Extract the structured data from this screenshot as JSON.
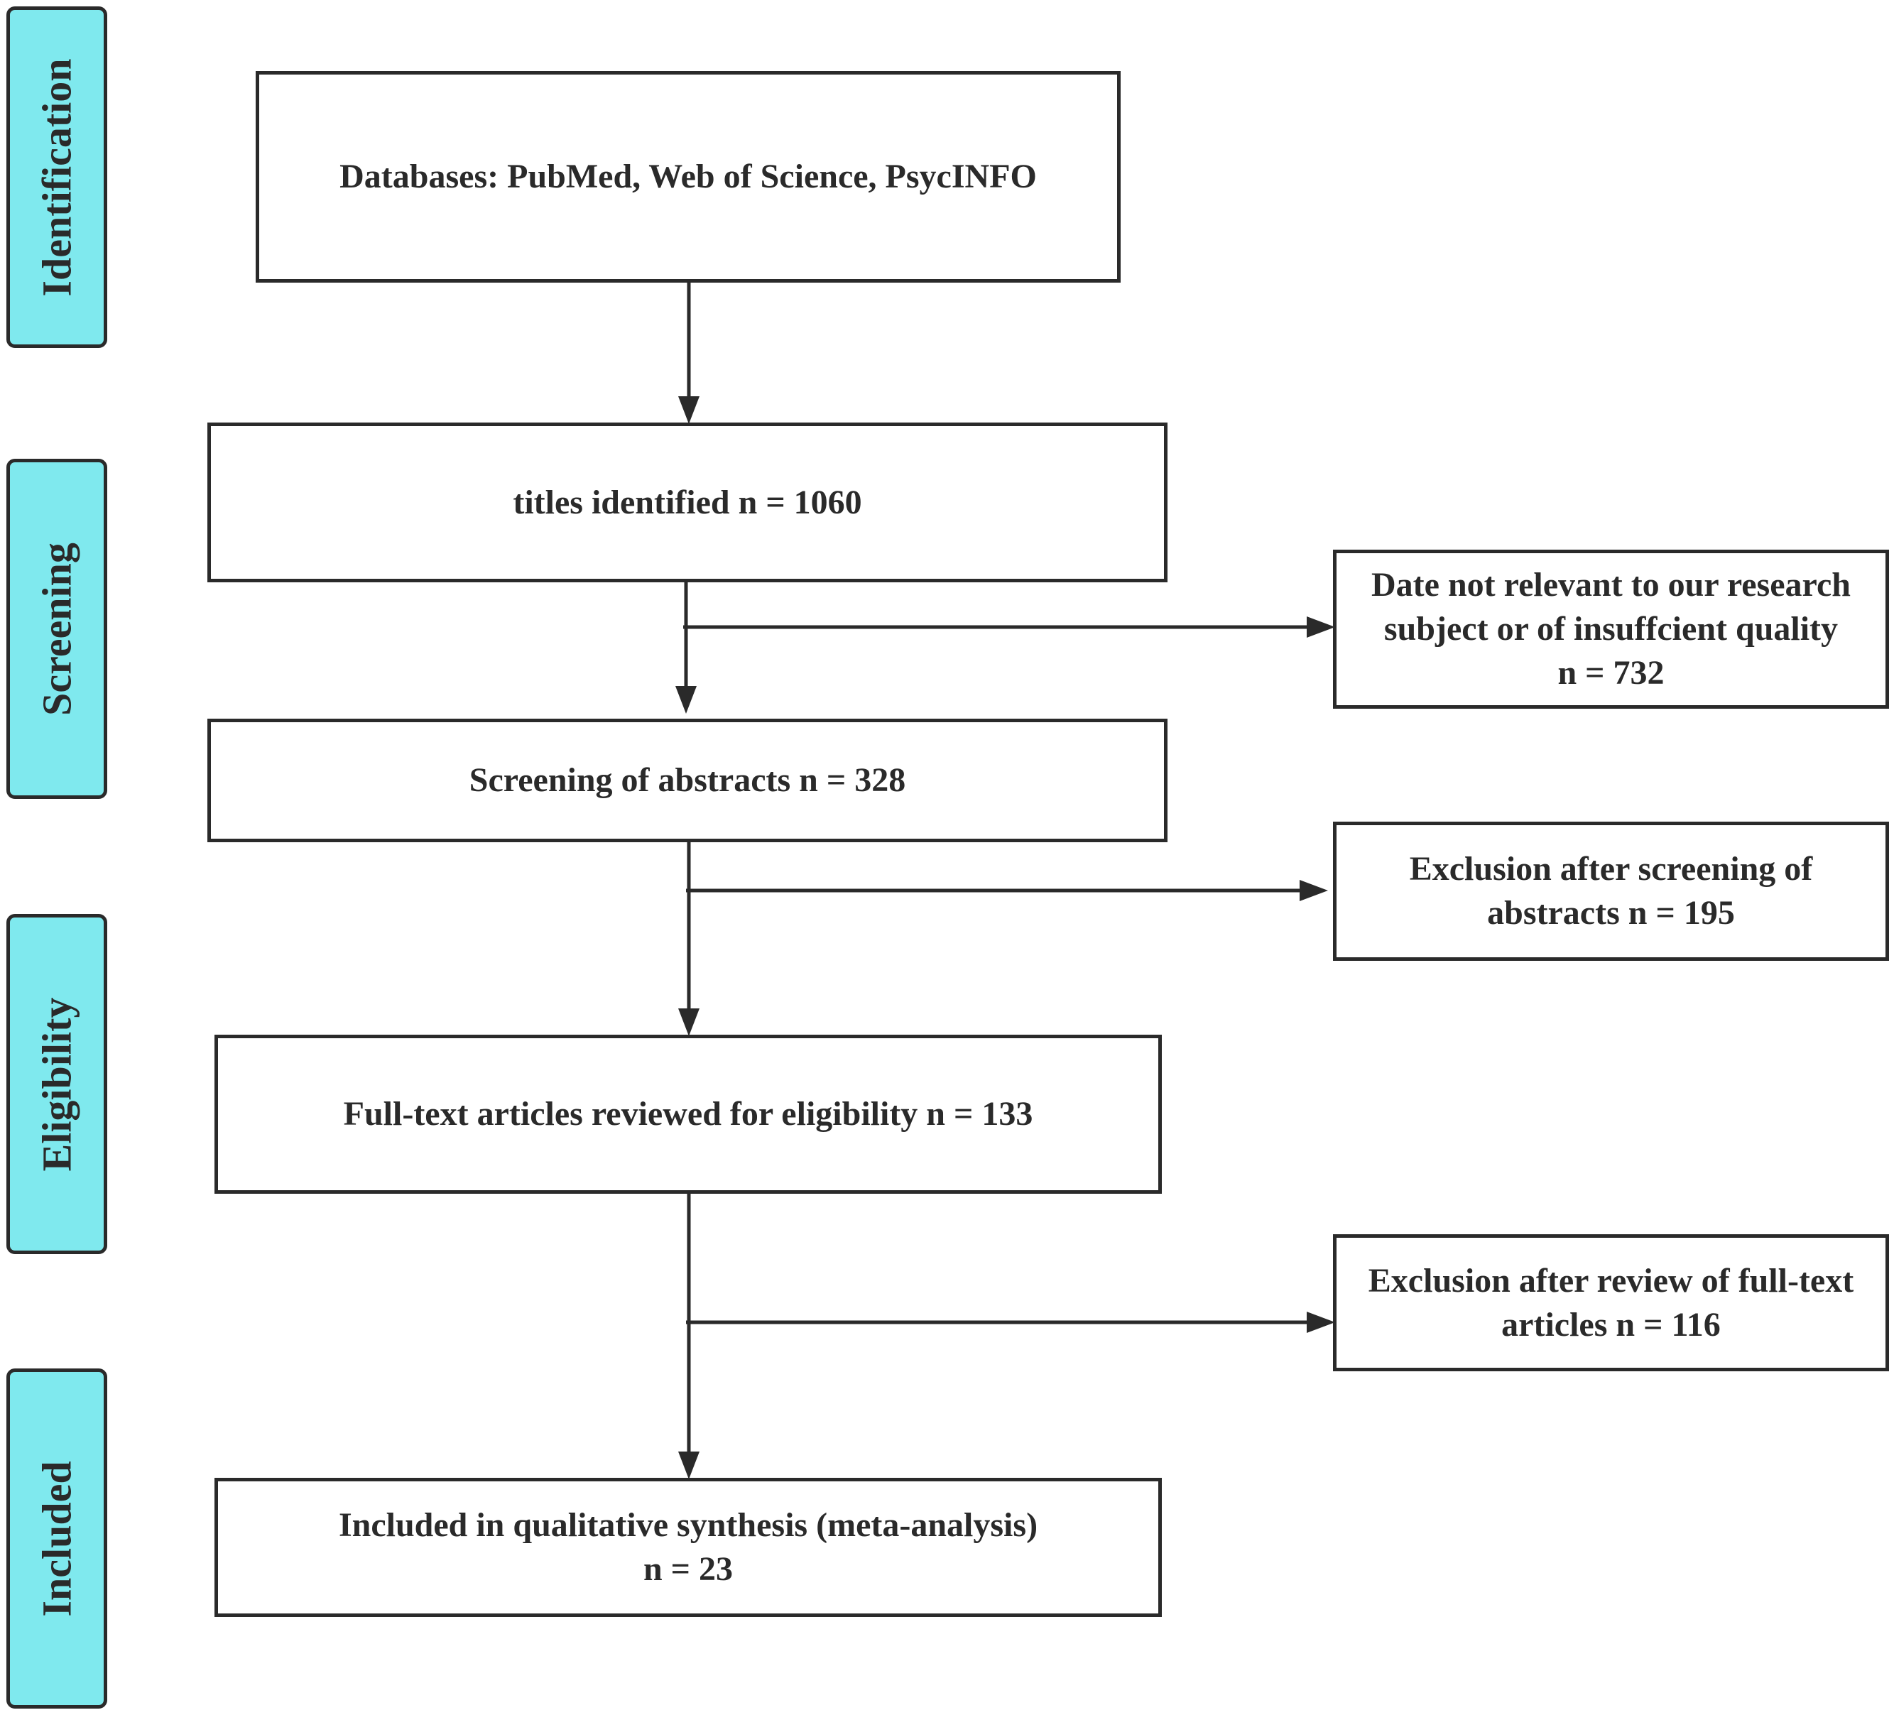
{
  "colors": {
    "stage_fill": "#7fe9ee",
    "stroke": "#2a2a2a",
    "text": "#2a2a2a"
  },
  "stages": [
    {
      "id": "identification",
      "label": "Identification"
    },
    {
      "id": "screening",
      "label": "Screening"
    },
    {
      "id": "eligibility",
      "label": "Eligibility"
    },
    {
      "id": "included",
      "label": "Included"
    }
  ],
  "boxes": {
    "databases": "Databases: PubMed, Web of Science, PsycINFO",
    "titles": "titles identified n = 1060",
    "abstracts": "Screening of abstracts n = 328",
    "fulltext": "Full-text articles reviewed for eligibility n = 133",
    "included_line1": "Included in qualitative synthesis (meta-analysis)",
    "included_line2": "n = 23"
  },
  "exclusions": {
    "not_relevant_line1": "Date not relevant to our research",
    "not_relevant_line2": "subject or of insuffcient quality",
    "not_relevant_line3": "n = 732",
    "abstracts_line1": "Exclusion after screening of",
    "abstracts_line2": "abstracts n = 195",
    "fulltext_line1": "Exclusion after review of full-text",
    "fulltext_line2": "articles n = 116"
  }
}
